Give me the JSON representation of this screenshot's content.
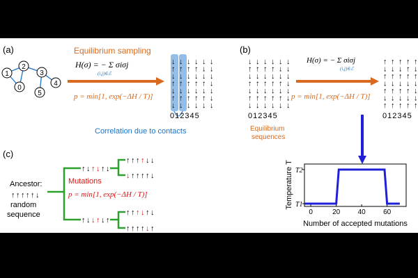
{
  "panels": {
    "a": {
      "label": "(a)",
      "process_title": "Equilibrium sampling",
      "hamiltonian": "H(σ) = − Σ σiσj",
      "sum_subscript": "(i,j)∈ℰ",
      "metropolis": "p = min[1, exp(−ΔH / T)]",
      "delta_h": "−ΔH",
      "temperature_symbol": "T",
      "column_indices": "012345",
      "correlation_note": "Correlation due to contacts",
      "graph_nodes": [
        "0",
        "1",
        "2",
        "3",
        "4",
        "5"
      ],
      "colors": {
        "arrow": "#d8691e",
        "highlight": "#4a90d9",
        "text_orange": "#d8691e",
        "text_blue": "#1a73c8"
      }
    },
    "b": {
      "label": "(b)",
      "hamiltonian": "H(σ) = − Σ σiσj",
      "sum_subscript": "(i,j)∈ℰ",
      "metropolis": "p = min[1, exp(−ΔH / T)]",
      "column_indices": "012345",
      "sequences_label_line1": "Equilibrium",
      "sequences_label_line2": "sequences"
    },
    "c": {
      "label": "(c)",
      "ancestor_label": "Ancestor:",
      "random_label_line1": "random",
      "random_label_line2": "sequence",
      "mutations_label": "Mutations",
      "metropolis": "p = min[1, exp(−ΔH / T)]",
      "colors": {
        "branch": "#2ca02c",
        "mutation": "#e01010"
      }
    }
  },
  "chart_data": {
    "type": "line",
    "xlabel": "Number of accepted mutations",
    "ylabel": "Temperature T",
    "x_ticks": [
      "0",
      "20",
      "40",
      "60"
    ],
    "y_ticks": [
      "T1",
      "T2"
    ],
    "xlim": [
      -5,
      75
    ],
    "x": [
      -5,
      20,
      22,
      58,
      60,
      70
    ],
    "values": [
      "T1",
      "T1",
      "T2",
      "T2",
      "T1",
      "T1"
    ],
    "line_color": "#1f1fd8"
  }
}
